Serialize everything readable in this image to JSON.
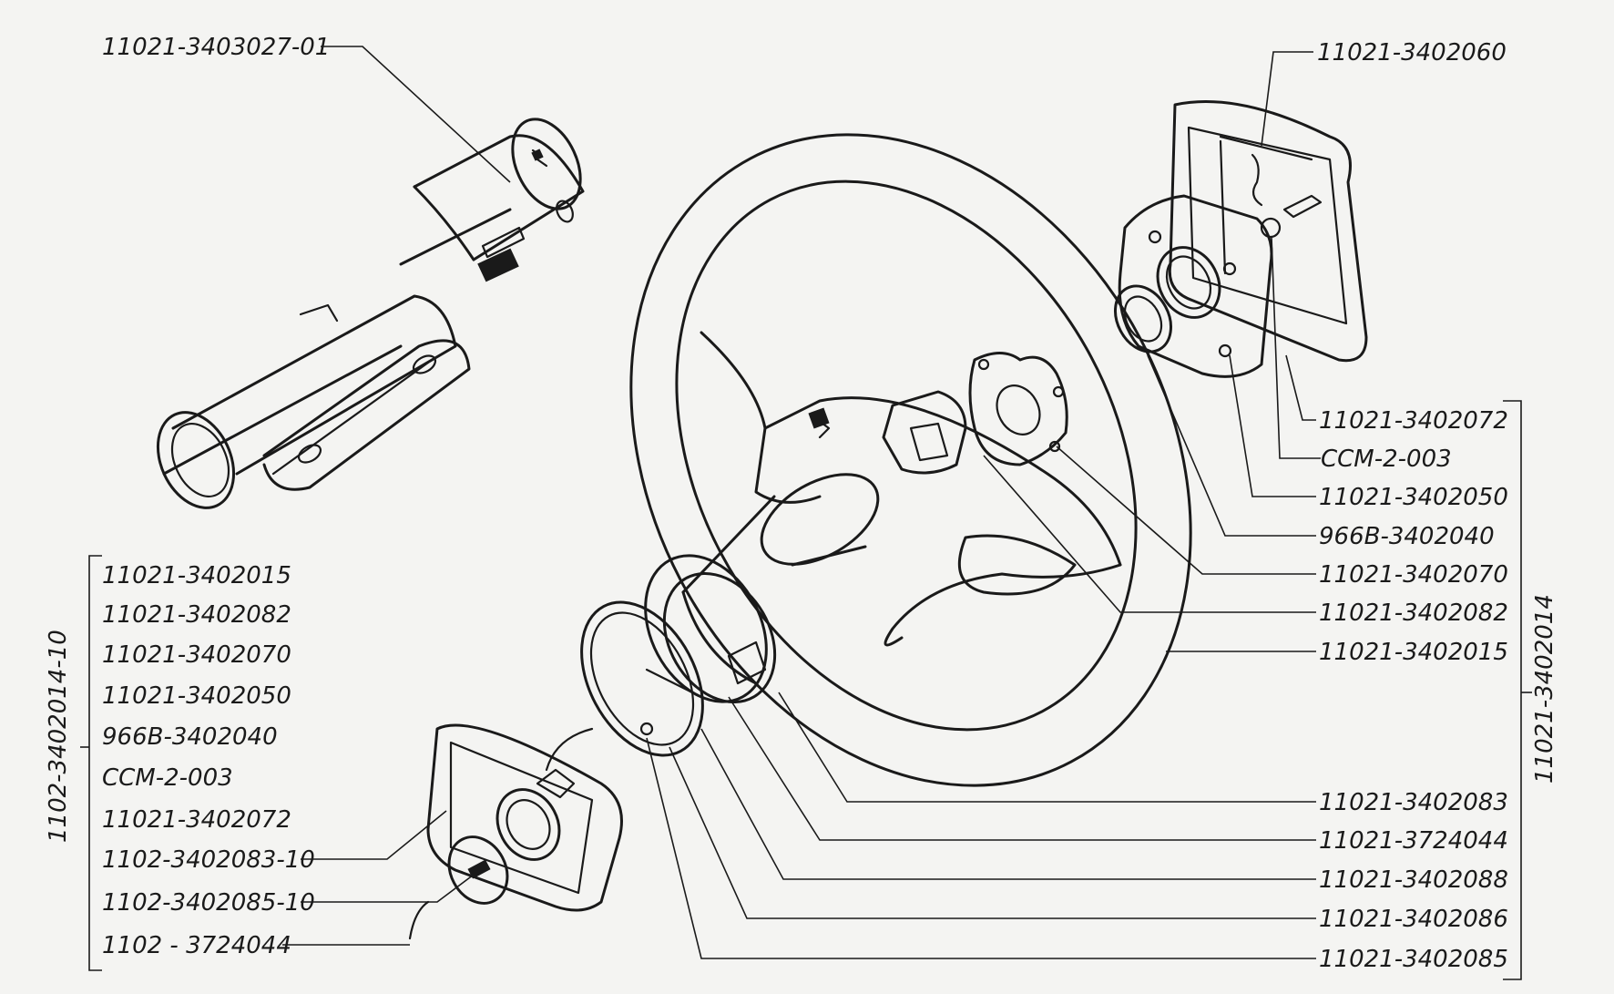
{
  "top_labels": {
    "column_tube": "11021-3403027-01",
    "pad_cover": "11021-3402060"
  },
  "right_callouts": [
    "11021-3402072",
    "ССМ-2-003",
    "11021-3402050",
    "966В-3402040",
    "11021-3402070",
    "11021-3402082",
    "11021-3402015"
  ],
  "right_group_label": "11021-3402014",
  "bottom_callouts": [
    "11021-3402083",
    "11021-3724044",
    "11021-3402088",
    "11021-3402086",
    "11021-3402085"
  ],
  "left_list": [
    "11021-3402015",
    "11021-3402082",
    "11021-3402070",
    "11021-3402050",
    "966В-3402040",
    "ССМ-2-003",
    "11021-3402072",
    "1102-3402083-10",
    "1102-3402085-10",
    "1102 - 3724044"
  ],
  "left_group_label": "1102-3402014-10"
}
